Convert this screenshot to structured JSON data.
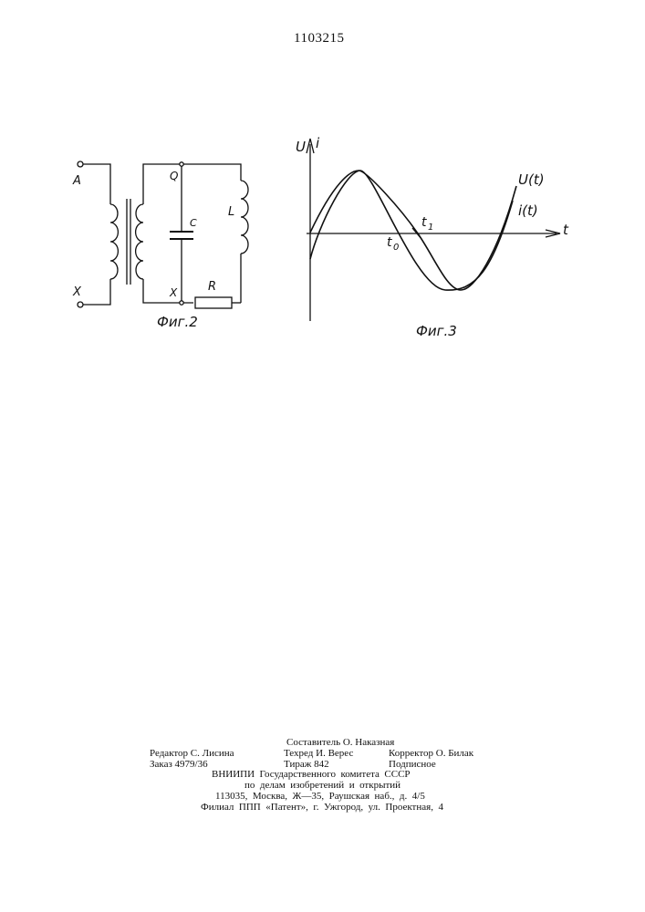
{
  "header": {
    "patent_number": "1103215"
  },
  "fig2": {
    "label_a": "A",
    "label_x_left": "X",
    "label_q": "Q",
    "label_x_right": "X",
    "label_c": "C",
    "label_l": "L",
    "label_r": "R",
    "caption": "Фиг.2"
  },
  "fig3": {
    "caption": "Фиг.3",
    "axis_u": "U",
    "axis_i": "i",
    "axis_t": "t",
    "label_u_t": "U(t)",
    "label_i_t": "i(t)",
    "label_t0": "t",
    "label_t0_sub": "0",
    "label_t1": "t",
    "label_t1_sub": "1"
  },
  "footer": {
    "editor": "Редактор С. Лисина",
    "compiler": "Составитель О. Наказная",
    "techred": "Техред И. Верес",
    "corrector": "Корректор О. Билак",
    "order": "Заказ 4979/36",
    "circulation": "Тираж 842",
    "subscription": "Подписное",
    "org_line1": "ВНИИПИ  Государственного  комитета  СССР",
    "org_line2": "по  делам  изобретений  и  открытий",
    "address": "113035,  Москва,  Ж—35,  Раушская  наб.,  д.  4/5",
    "branch": "Филиал  ППП  «Патент»,  г.  Ужгород,  ул.  Проектная,  4"
  }
}
